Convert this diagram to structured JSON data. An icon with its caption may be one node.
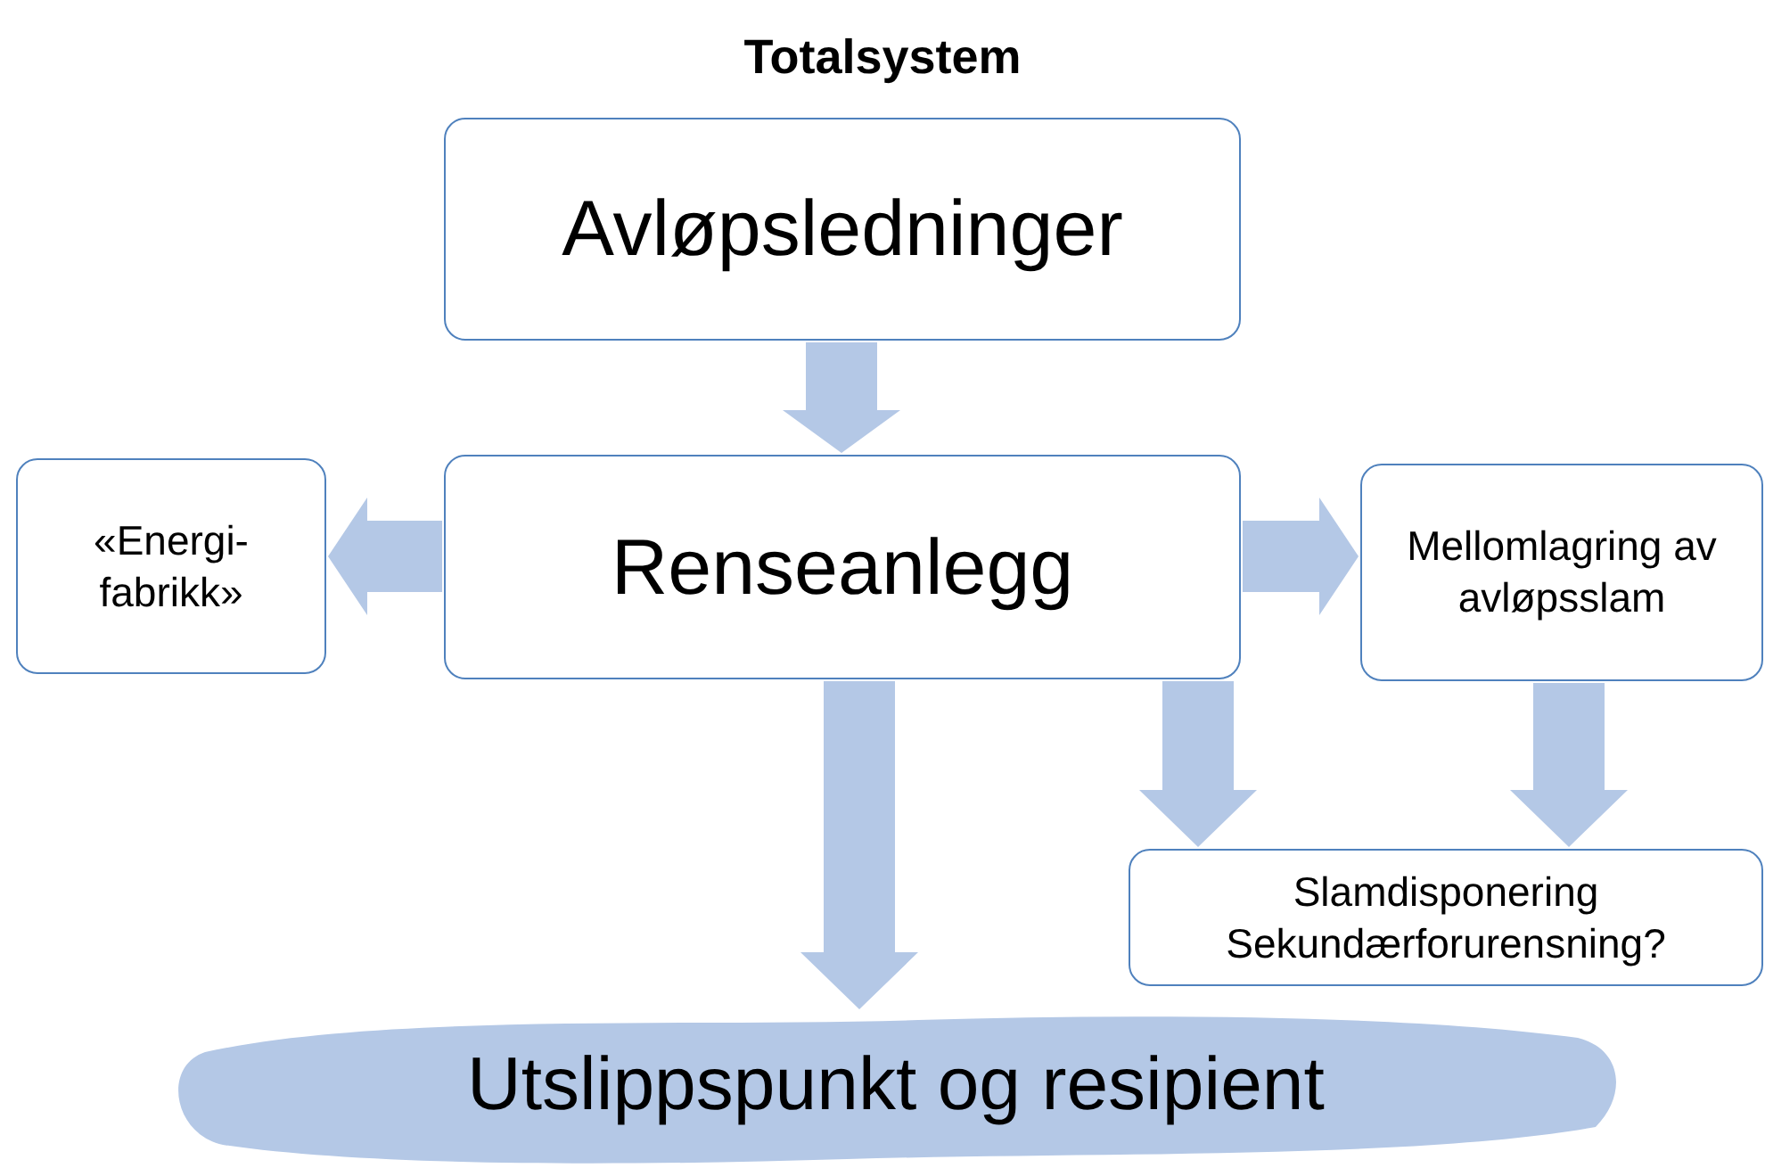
{
  "diagram": {
    "title": "Totalsystem",
    "nodes": [
      {
        "text": [
          "Avløpsledninger"
        ]
      },
      {
        "text": [
          "Renseanlegg"
        ]
      },
      {
        "text": [
          "«Energi-fabrikk»"
        ]
      },
      {
        "text": [
          "Mellomlagring av avløpsslam"
        ]
      },
      {
        "text": [
          "Slamdisponering",
          "Sekundærforurensning?"
        ]
      },
      {
        "text": [
          "Utslippspunkt og resipient"
        ]
      }
    ],
    "edges": [
      {
        "from": 0,
        "to": 1,
        "arrow": "to"
      },
      {
        "from": 1,
        "to": 2,
        "arrow": "to"
      },
      {
        "from": 1,
        "to": 3,
        "arrow": "to"
      },
      {
        "from": 1,
        "to": 4,
        "arrow": "to"
      },
      {
        "from": 3,
        "to": 4,
        "arrow": "to"
      },
      {
        "from": 1,
        "to": 5,
        "arrow": "to"
      }
    ]
  }
}
